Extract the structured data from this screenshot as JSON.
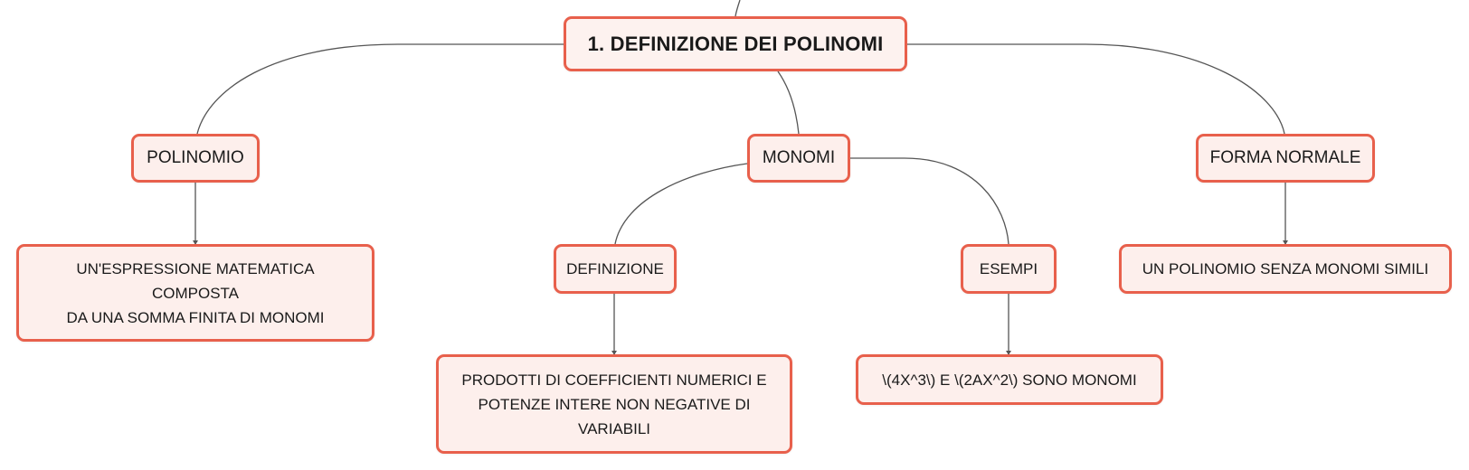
{
  "mindmap": {
    "root": {
      "label": "1. DEFINIZIONE DEI POLINOMI"
    },
    "polinomio": {
      "label": "POLINOMIO",
      "child": {
        "line1": "UN'ESPRESSIONE MATEMATICA COMPOSTA",
        "line2": "DA UNA SOMMA FINITA DI MONOMI"
      }
    },
    "monomi": {
      "label": "MONOMI",
      "definizione": {
        "label": "DEFINIZIONE",
        "child": {
          "line1": "PRODOTTI DI COEFFICIENTI NUMERICI E",
          "line2": "POTENZE INTERE NON NEGATIVE DI VARIABILI"
        }
      },
      "esempi": {
        "label": "ESEMPI",
        "child": {
          "label": "\\(4X^3\\) E \\(2AX^2\\) SONO MONOMI"
        }
      }
    },
    "forma_normale": {
      "label": "FORMA NORMALE",
      "child": {
        "label": "UN POLINOMIO SENZA MONOMI SIMILI"
      }
    }
  },
  "colors": {
    "node_border": "#e8604c",
    "node_fill": "#fdefec",
    "connector": "#555555",
    "text": "#1a1a1a"
  }
}
